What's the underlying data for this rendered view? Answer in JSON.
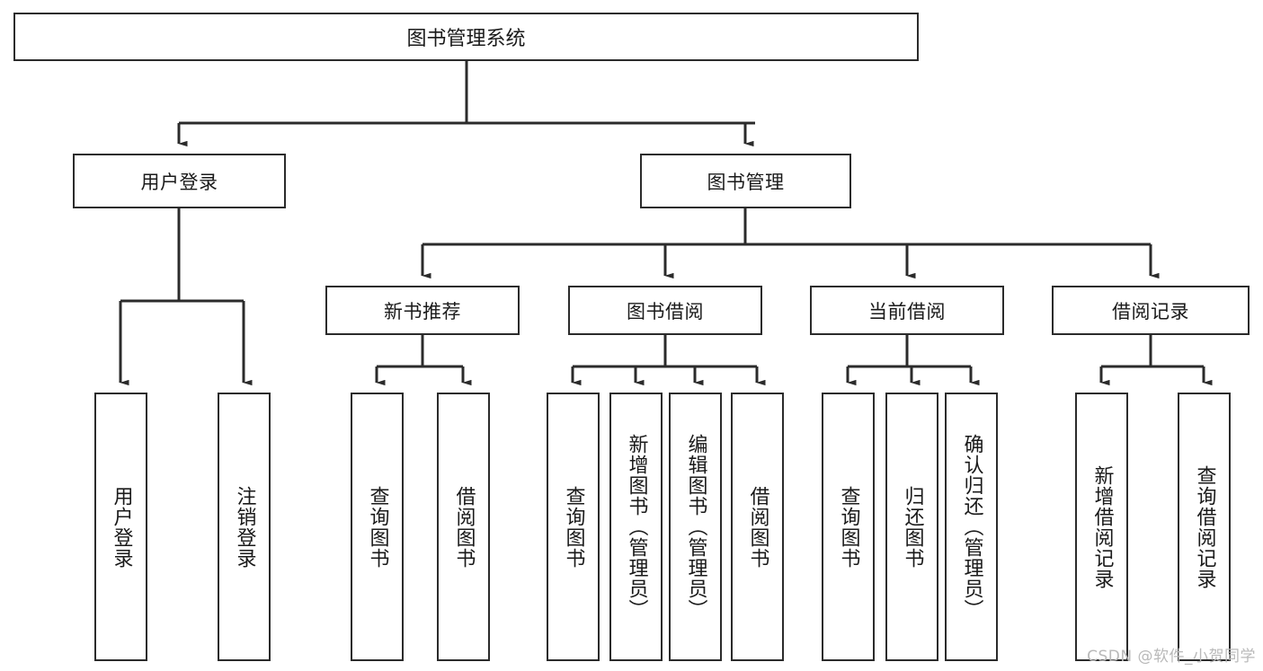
{
  "diagram": {
    "title": "图书管理系统",
    "type": "tree",
    "root": {
      "label": "图书管理系统"
    },
    "level2": [
      {
        "id": "user-login",
        "label": "用户登录"
      },
      {
        "id": "book-manage",
        "label": "图书管理"
      }
    ],
    "level3": [
      {
        "id": "new-book-rec",
        "label": "新书推荐"
      },
      {
        "id": "book-borrow",
        "label": "图书借阅"
      },
      {
        "id": "current-borrow",
        "label": "当前借阅"
      },
      {
        "id": "borrow-record",
        "label": "借阅记录"
      }
    ],
    "leaves": {
      "user_login": [
        {
          "id": "leaf-user-login",
          "label": "用户登录"
        },
        {
          "id": "leaf-logout",
          "label": "注销登录"
        }
      ],
      "new_book_rec": [
        {
          "id": "leaf-query-book-1",
          "label": "查询图书"
        },
        {
          "id": "leaf-borrow-book-1",
          "label": "借阅图书"
        }
      ],
      "book_borrow": [
        {
          "id": "leaf-query-book-2",
          "label": "查询图书"
        },
        {
          "id": "leaf-add-book",
          "label": "新增图书（管理员）"
        },
        {
          "id": "leaf-edit-book",
          "label": "编辑图书（管理员）"
        },
        {
          "id": "leaf-borrow-book-2",
          "label": "借阅图书"
        }
      ],
      "current_borrow": [
        {
          "id": "leaf-query-book-3",
          "label": "查询图书"
        },
        {
          "id": "leaf-return-book",
          "label": "归还图书"
        },
        {
          "id": "leaf-confirm-return",
          "label": "确认归还（管理员）"
        }
      ],
      "borrow_record": [
        {
          "id": "leaf-add-record",
          "label": "新增借阅记录"
        },
        {
          "id": "leaf-query-record",
          "label": "查询借阅记录"
        }
      ]
    },
    "colors": {
      "stroke": "#2b2b2b",
      "fill": "#ffffff",
      "text": "#1a1a1a",
      "watermark": "#b9b9b9"
    }
  },
  "watermark": {
    "text": "CSDN @软件_小贺同学"
  }
}
